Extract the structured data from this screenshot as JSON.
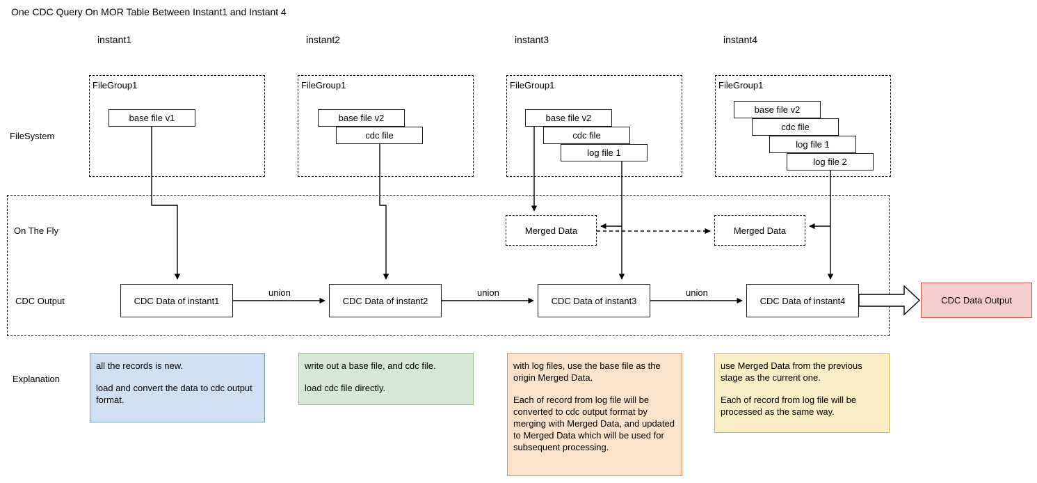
{
  "title": "One CDC Query On MOR Table Between Instant1 and Instant 4",
  "column_labels": [
    {
      "name": "instant1",
      "label": "instant1"
    },
    {
      "name": "instant2",
      "label": "instant2"
    },
    {
      "name": "instant3",
      "label": "instant3"
    },
    {
      "name": "instant4",
      "label": "instant4"
    }
  ],
  "row_labels": {
    "filesystem": "FileSystem",
    "on_the_fly": "On The Fly",
    "cdc_output": "CDC Output",
    "explanation": "Explanation"
  },
  "file_groups": [
    {
      "title": "FileGroup1",
      "files": [
        "base file v1"
      ]
    },
    {
      "title": "FileGroup1",
      "files": [
        "base file v2",
        "cdc file"
      ]
    },
    {
      "title": "FileGroup1",
      "files": [
        "base file v2",
        "cdc file",
        "log file 1"
      ]
    },
    {
      "title": "FileGroup1",
      "files": [
        "base file v2",
        "cdc file",
        "log file 1",
        "log file 2"
      ]
    }
  ],
  "merged_data": [
    {
      "label": "Merged Data"
    },
    {
      "label": "Merged Data"
    }
  ],
  "cdc_boxes": [
    {
      "label": "CDC Data of instant1"
    },
    {
      "label": "CDC Data of instant2"
    },
    {
      "label": "CDC Data of instant3"
    },
    {
      "label": "CDC Data of instant4"
    }
  ],
  "union_labels": [
    "union",
    "union",
    "union"
  ],
  "output": {
    "label": "CDC Data Output",
    "fill": "#f5cdcd",
    "stroke": "#b85450"
  },
  "explanations": [
    {
      "fill": "#cfe0f3",
      "stroke": "#7a9cc6",
      "paragraphs": [
        "all the records is new.",
        "load and convert the data to cdc output format."
      ]
    },
    {
      "fill": "#d5e8d4",
      "stroke": "#9ac27f",
      "paragraphs": [
        "write out a base file, and cdc file.",
        "load cdc file directly."
      ]
    },
    {
      "fill": "#fbe2cb",
      "stroke": "#d79b63",
      "paragraphs": [
        "with log files, use the base file as the origin Merged Data.",
        "Each of record from log file will be converted to cdc output format by merging with Merged Data, and updated to Merged Data which will be used for subsequent processing."
      ]
    },
    {
      "fill": "#fbedc4",
      "stroke": "#d6b656",
      "paragraphs": [
        "use Merged Data from the previous stage as the current one.",
        "Each of record from log file will be processed as the same way."
      ]
    }
  ]
}
